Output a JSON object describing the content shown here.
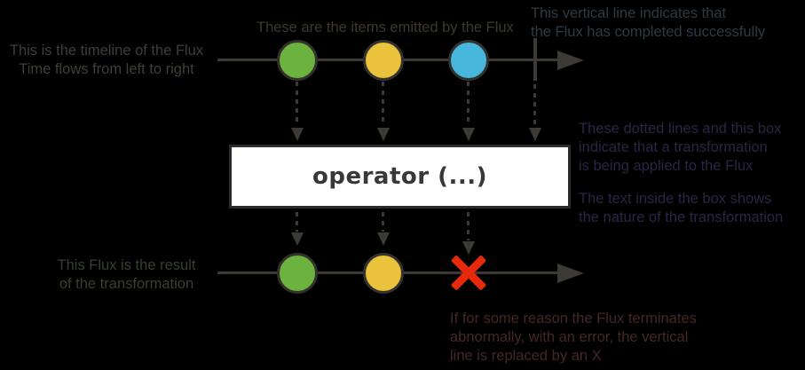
{
  "figure": {
    "background": "#000000",
    "line_color": "#3d3a36",
    "marble_outline_color": "#33312d"
  },
  "annotations": {
    "timeline": {
      "line1": "This is the timeline of the Flux",
      "line2": "Time flows from left to right",
      "color": "#3a4136"
    },
    "items": {
      "line1": "These are the items emitted by the Flux",
      "color": "#3e382c"
    },
    "completed": {
      "line1": "This vertical line indicates that",
      "line2": "the Flux has completed successfully",
      "color": "#2e3a41"
    },
    "transformation": {
      "line1": "These dotted lines and this box",
      "line2": "indicate that a transformation",
      "line3": "is being applied to the Flux",
      "line4": "The text inside the box shows",
      "line5": "the nature of the transformation",
      "color": "#2a2545"
    },
    "result": {
      "line1": "This Flux is the result",
      "line2": "of the transformation",
      "color": "#36402f"
    },
    "error": {
      "line1": "If for some reason the Flux terminates",
      "line2": "abnormally, with an error, the vertical",
      "line3": "line is replaced by an X",
      "color": "#452626"
    }
  },
  "operator_box": {
    "label": "operator (...)",
    "background": "#ffffff",
    "border_color": "#2e2c29",
    "text_color": "#383838"
  },
  "source_flux": {
    "marble1_color": "#6cb23f",
    "marble2_color": "#eac23c",
    "marble3_color": "#47b8dc",
    "terminal": "complete"
  },
  "result_flux": {
    "marble1_color": "#6cb23f",
    "marble2_color": "#eac23c",
    "terminal": "error",
    "error_color": "#e52a0c"
  }
}
